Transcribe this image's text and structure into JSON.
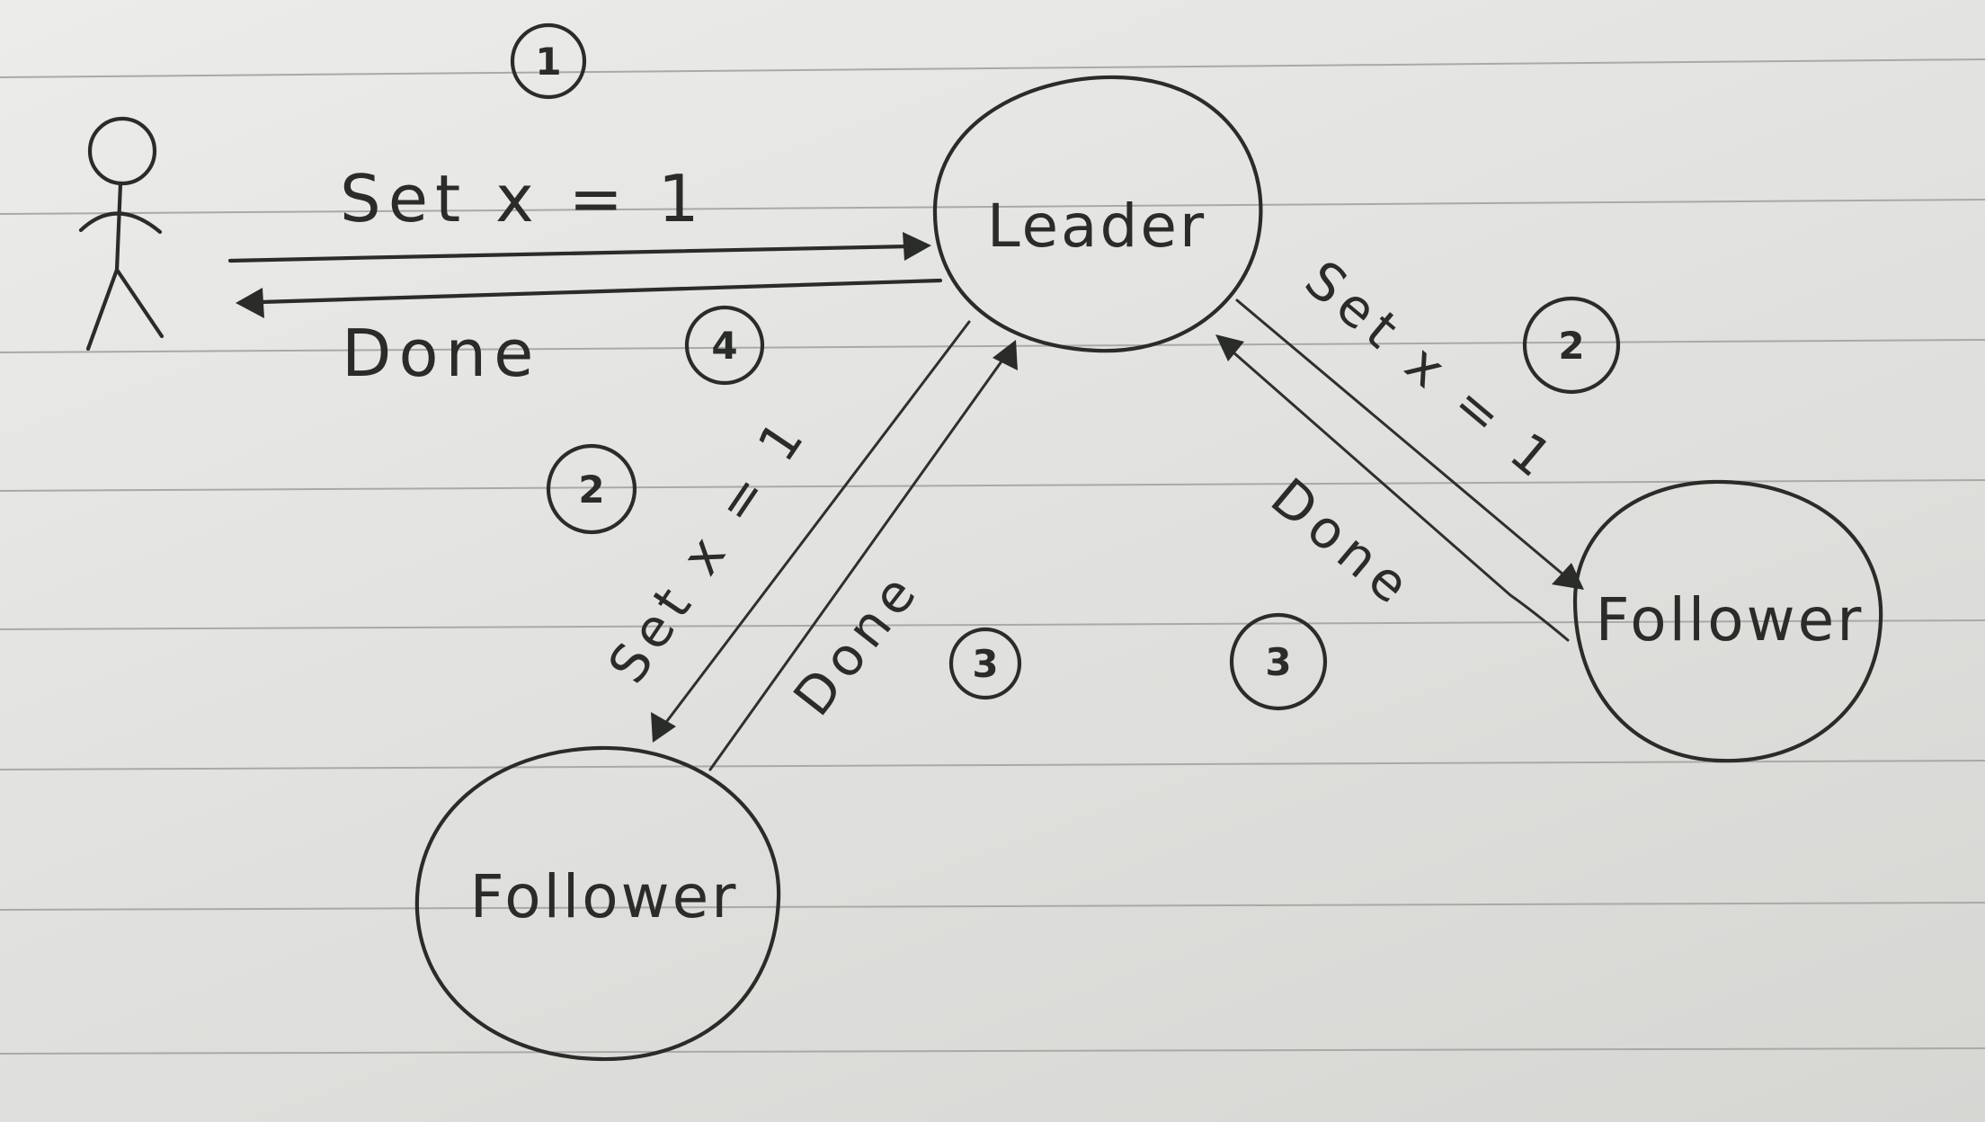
{
  "nodes": {
    "leader": "Leader",
    "follower_right": "Follower",
    "follower_bottom": "Follower"
  },
  "messages": {
    "client_request": "Set x = 1",
    "client_reply": "Done",
    "replicate_right": "Set x = 1",
    "ack_right": "Done",
    "replicate_bottom": "Set x = 1",
    "ack_bottom": "Done"
  },
  "steps": {
    "request": "1",
    "replicate_right": "2",
    "replicate_bottom": "2",
    "ack_right": "3",
    "ack_bottom": "3",
    "reply": "4"
  },
  "colors": {
    "ink": "#2a2c28",
    "paper": "#e6e6e4",
    "rule_line": "#a9aaa7"
  }
}
